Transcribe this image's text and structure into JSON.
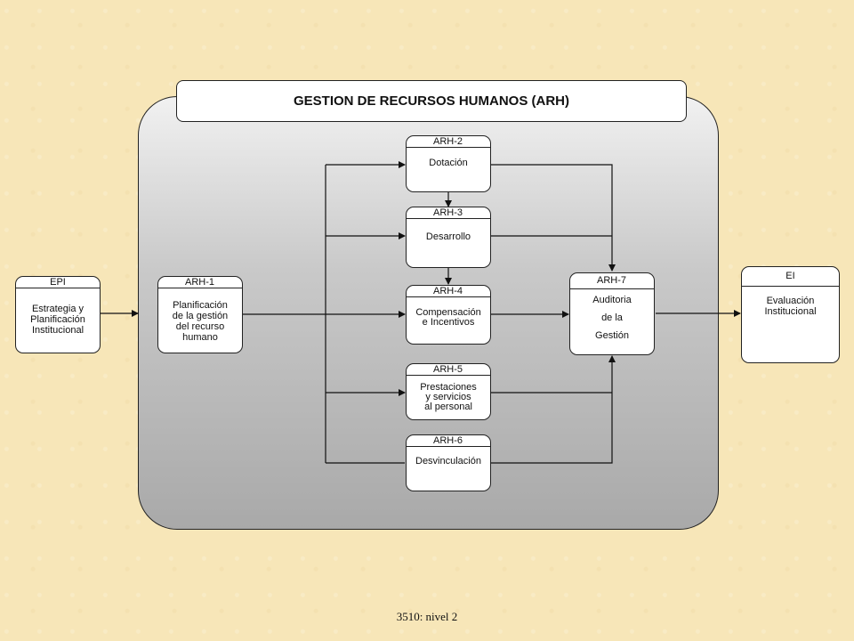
{
  "diagram": {
    "title": "GESTION DE RECURSOS HUMANOS (ARH)",
    "footer": "3510: nivel 2",
    "nodes": {
      "epi": {
        "code": "EPI",
        "label": "Estrategia y\nPlanificación\nInstitucional"
      },
      "arh1": {
        "code": "ARH-1",
        "label": "Planificación\nde la gestión\ndel recurso\nhumano"
      },
      "arh2": {
        "code": "ARH-2",
        "label": "Dotación"
      },
      "arh3": {
        "code": "ARH-3",
        "label": "Desarrollo"
      },
      "arh4": {
        "code": "ARH-4",
        "label": "Compensación\ne Incentivos"
      },
      "arh5": {
        "code": "ARH-5",
        "label": "Prestaciones\ny servicios\nal personal"
      },
      "arh6": {
        "code": "ARH-6",
        "label": "Desvinculación"
      },
      "arh7": {
        "code": "ARH-7",
        "label": "Auditoria\n\nde la\n\nGestión"
      },
      "ei": {
        "code": "EI",
        "label": "Evaluación\nInstitucional"
      }
    },
    "colors": {
      "background": "#f7e6b8",
      "panel_top": "#f1f1f1",
      "panel_bottom": "#a9a9a9",
      "line": "#111111",
      "box": "#ffffff"
    }
  }
}
